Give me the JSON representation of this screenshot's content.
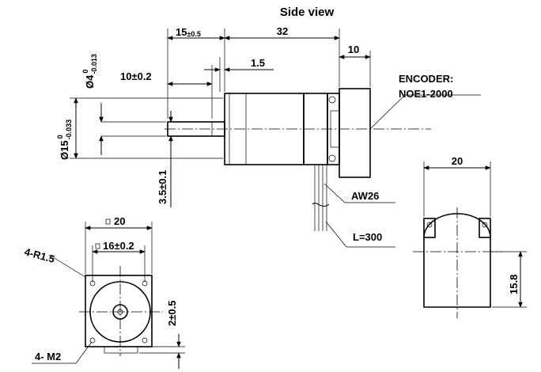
{
  "title": "Side view",
  "dimensions": {
    "d15": "15",
    "d15_tol": "±0.5",
    "d32": "32",
    "d10_top": "10",
    "d1_5": "1.5",
    "d10_tol": "10±0.2",
    "phi4": "Ø4",
    "phi4_up": "0",
    "phi4_low": "-0.013",
    "phi15": "Ø15",
    "phi15_up": "0",
    "phi15_low": "-0.033",
    "d3_5": "3.5±0.1",
    "box20": "20",
    "box16": "16±0.2",
    "d2": "2±0.5",
    "r15": "4-R1.5",
    "m2": "4- M2",
    "enc20": "20",
    "enc15_8": "15.8"
  },
  "labels": {
    "encoder_line1": "ENCODER:",
    "encoder_line2": "NOE1-2000",
    "awg": "AW26",
    "length": "L=300"
  }
}
